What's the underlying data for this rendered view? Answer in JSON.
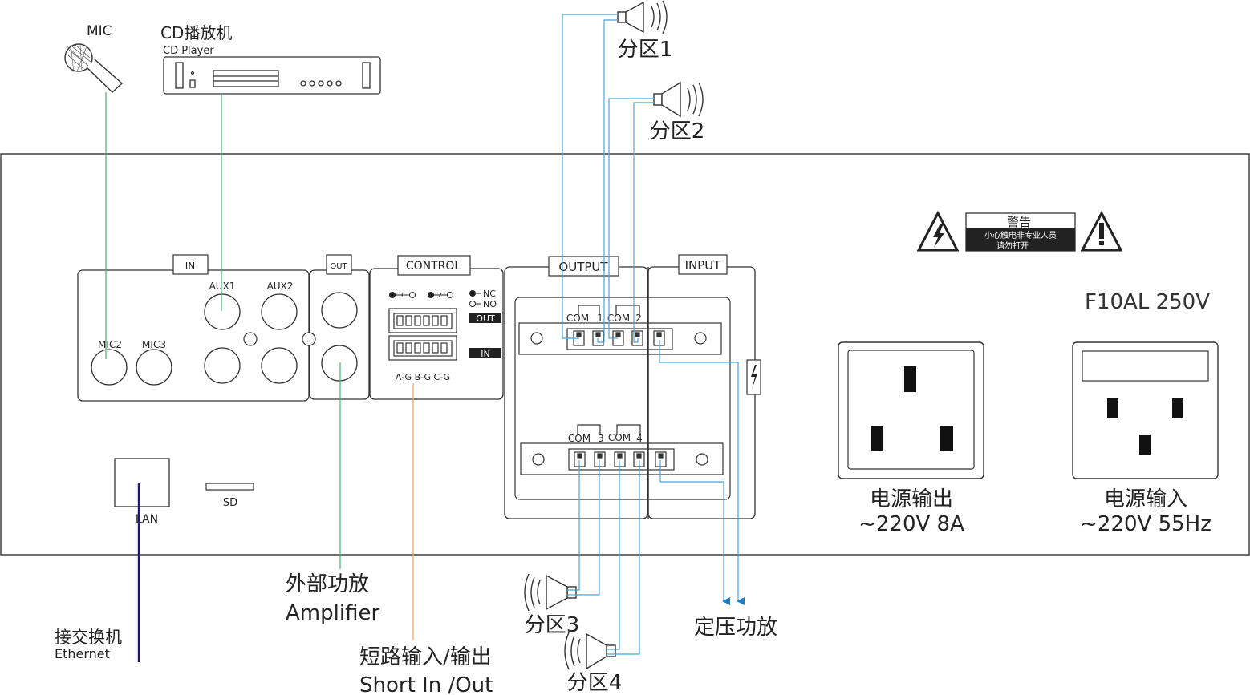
{
  "devices": {
    "mic": {
      "label": "MIC"
    },
    "cd_player": {
      "label_cn": "CD播放机",
      "label_en": "CD Player"
    }
  },
  "panel": {
    "in_section": {
      "title": "IN",
      "aux1": "AUX1",
      "aux2": "AUX2",
      "mic2": "MIC2",
      "mic3": "MIC3"
    },
    "out_section": {
      "title": "OUT"
    },
    "control_section": {
      "title": "CONTROL",
      "nc": "NC",
      "no": "NO",
      "sym1": "1",
      "sym2": "2",
      "out_tag": "OUT",
      "in_tag": "IN",
      "pins": "A-G B-G C-G"
    },
    "output_section": {
      "title": "OUTPUT",
      "top_com1": "COM",
      "top_1": "1",
      "top_com2": "COM",
      "top_2": "2",
      "bot_com3": "COM",
      "bot_3": "3",
      "bot_com4": "COM",
      "bot_4": "4"
    },
    "input_section": {
      "title": "INPUT"
    },
    "lan": "LAN",
    "sd": "SD",
    "warning": {
      "title": "警告",
      "line1": "小心触电非专业人员",
      "line2": "请勿打开"
    },
    "fuse": "F10AL 250V",
    "power_out": {
      "line1": "电源输出",
      "line2": "~220V 8A"
    },
    "power_in": {
      "line1": "电源输入",
      "line2": "~220V 55Hz"
    }
  },
  "zones": {
    "zone1": "分区1",
    "zone2": "分区2",
    "zone3": "分区3",
    "zone4": "分区4"
  },
  "external": {
    "amplifier_cn": "外部功放",
    "amplifier_en": "Amplifier",
    "short_cn": "短路输入/输出",
    "short_en": "Short In /Out",
    "switch_cn": "接交换机",
    "switch_en": "Ethernet",
    "const_amp": "定压功放"
  },
  "colors": {
    "green_wire": "#4caf6e",
    "blue_wire": "#4aa3d8",
    "orange_wire": "#f0a060",
    "lan_wire": "#1a1a6e",
    "outline": "#333333"
  }
}
